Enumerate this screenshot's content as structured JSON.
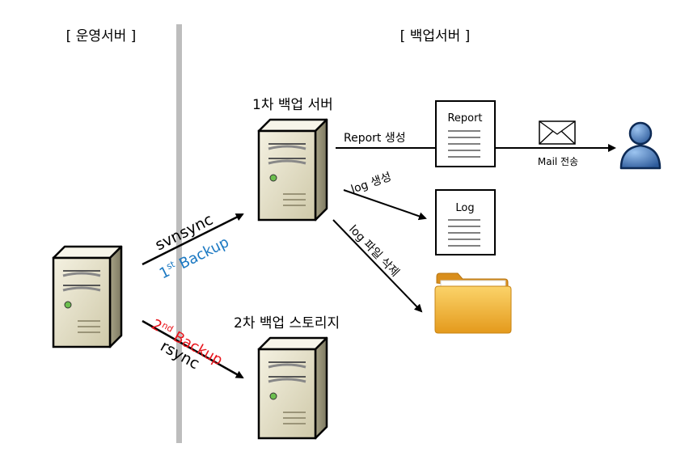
{
  "sections": {
    "left": "[ 운영서버 ]",
    "right": "[ 백업서버 ]"
  },
  "nodes": {
    "primary_backup_server": "1차 백업 서버",
    "secondary_backup_storage": "2차 백업 스토리지"
  },
  "edges": {
    "svnsync": "svnsync",
    "first_backup_prefix": "1",
    "first_backup_sup": "st",
    "first_backup_suffix": " Backup",
    "second_backup_prefix": "2",
    "second_backup_sup": "nd",
    "second_backup_suffix": " Backup",
    "rsync": "rsync",
    "report_create": "Report 생성",
    "log_create": "log 생성",
    "log_delete": "log 파일 삭제",
    "mail_send": "Mail 전송"
  },
  "documents": {
    "report": "Report",
    "log": "Log"
  },
  "colors": {
    "first_backup": "#1a78c2",
    "second_backup": "#e8141b",
    "divider": "#bdbdbd",
    "server_body": "#e6e1c8",
    "folder": "#f2b233",
    "user": "#3f6fb5"
  },
  "icons": {
    "server": "server-tower-icon",
    "document": "document-icon",
    "envelope": "envelope-icon",
    "user": "user-icon",
    "folder": "folder-icon"
  }
}
